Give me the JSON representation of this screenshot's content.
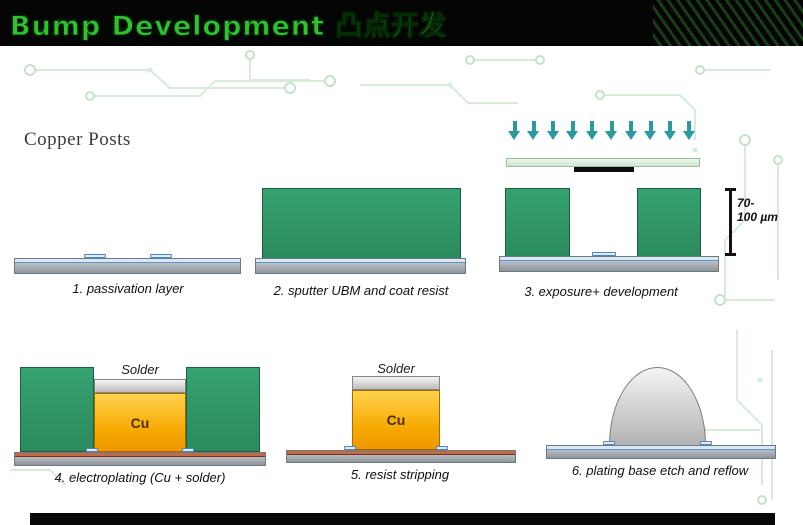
{
  "title": "Bump Development 凸点开发",
  "section_label": "Copper Posts",
  "dimension": {
    "line1": "70-",
    "line2": "100 µm"
  },
  "steps": [
    {
      "caption": "1. passivation layer"
    },
    {
      "caption": "2. sputter UBM and coat resist"
    },
    {
      "caption": "3. exposure+ development"
    },
    {
      "caption": "4. electroplating (Cu + solder)",
      "metal_label": "Cu",
      "solder_label": "Solder"
    },
    {
      "caption": "5. resist stripping",
      "metal_label": "Cu",
      "solder_label": "Solder"
    },
    {
      "caption": "6. plating base etch and reflow"
    }
  ],
  "colors": {
    "title_green": "#2ec22e",
    "resist_green": "#2f9e6a",
    "copper_orange": "#f6a800",
    "solder_gray": "#d9d9d9",
    "arrow_teal": "#2a9aa0",
    "substrate_gray": "#b7bcc0",
    "passivation_blue": "#5f94c4",
    "plating_base_red": "#c06a48"
  }
}
